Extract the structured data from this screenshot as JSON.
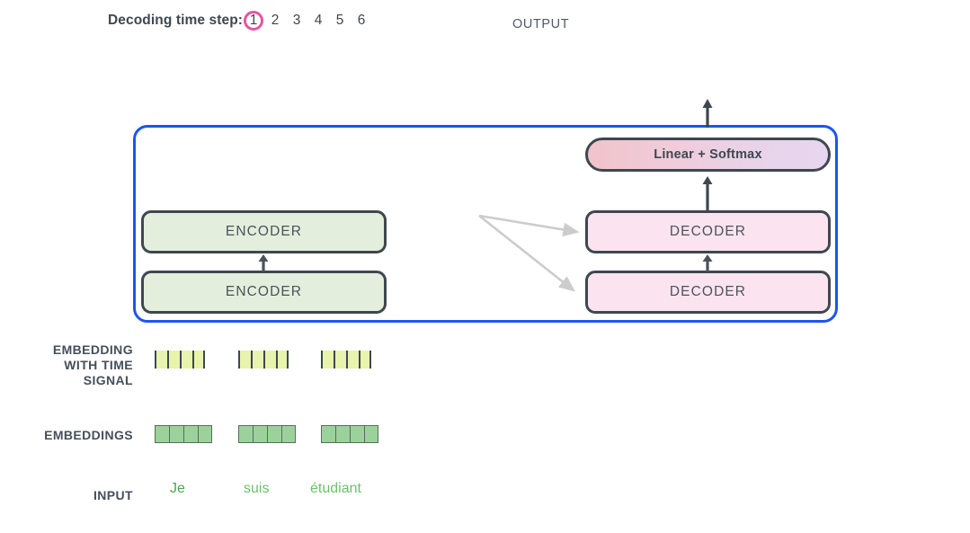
{
  "header": {
    "decoding_label": "Decoding time step:",
    "steps": [
      "1",
      "2",
      "3",
      "4",
      "5",
      "6"
    ],
    "active_step_index": 0,
    "active_circle_color": "#e8559c",
    "output_label": "OUTPUT"
  },
  "container": {
    "border_color": "#1a56f0"
  },
  "encoder_stack": {
    "boxes": [
      {
        "label": "ENCODER"
      },
      {
        "label": "ENCODER"
      }
    ],
    "fill_color": "#e3efdc",
    "border_color": "#3f4750"
  },
  "decoder_stack": {
    "boxes": [
      {
        "label": "DECODER"
      },
      {
        "label": "DECODER"
      }
    ],
    "fill_color": "#fbe4ef",
    "border_color": "#3f4750"
  },
  "output_head": {
    "label": "Linear + Softmax",
    "gradient_start": "#f1c3ca",
    "gradient_end": "#e7d6ef"
  },
  "arrows": {
    "encoder_internal": "up-arrow-icon",
    "decoder_internal": "up-arrow-icon",
    "decoder_to_linear": "up-arrow-icon",
    "output_top": "up-arrow-icon",
    "cross_attention_color": "#cccccc"
  },
  "side_labels": {
    "embedding_with_time_signal": "EMBEDDING\nWITH TIME\nSIGNAL",
    "embedding_with_time_signal_lines": [
      "EMBEDDING",
      "WITH TIME",
      "SIGNAL"
    ],
    "embeddings": "EMBEDDINGS",
    "input": "INPUT"
  },
  "embedding_rows": {
    "time_signal": {
      "color": "#e8f3ae",
      "groups": [
        {
          "cells": 4
        },
        {
          "cells": 4
        },
        {
          "cells": 4
        }
      ]
    },
    "embeddings": {
      "color": "#9bd29b",
      "groups": [
        {
          "cells": 4
        },
        {
          "cells": 4
        },
        {
          "cells": 4
        }
      ]
    }
  },
  "input_tokens": [
    {
      "text": "Je",
      "color": "#4ca64c"
    },
    {
      "text": "suis",
      "color": "#6dc06d"
    },
    {
      "text": "étudiant",
      "color": "#6dc06d"
    }
  ]
}
